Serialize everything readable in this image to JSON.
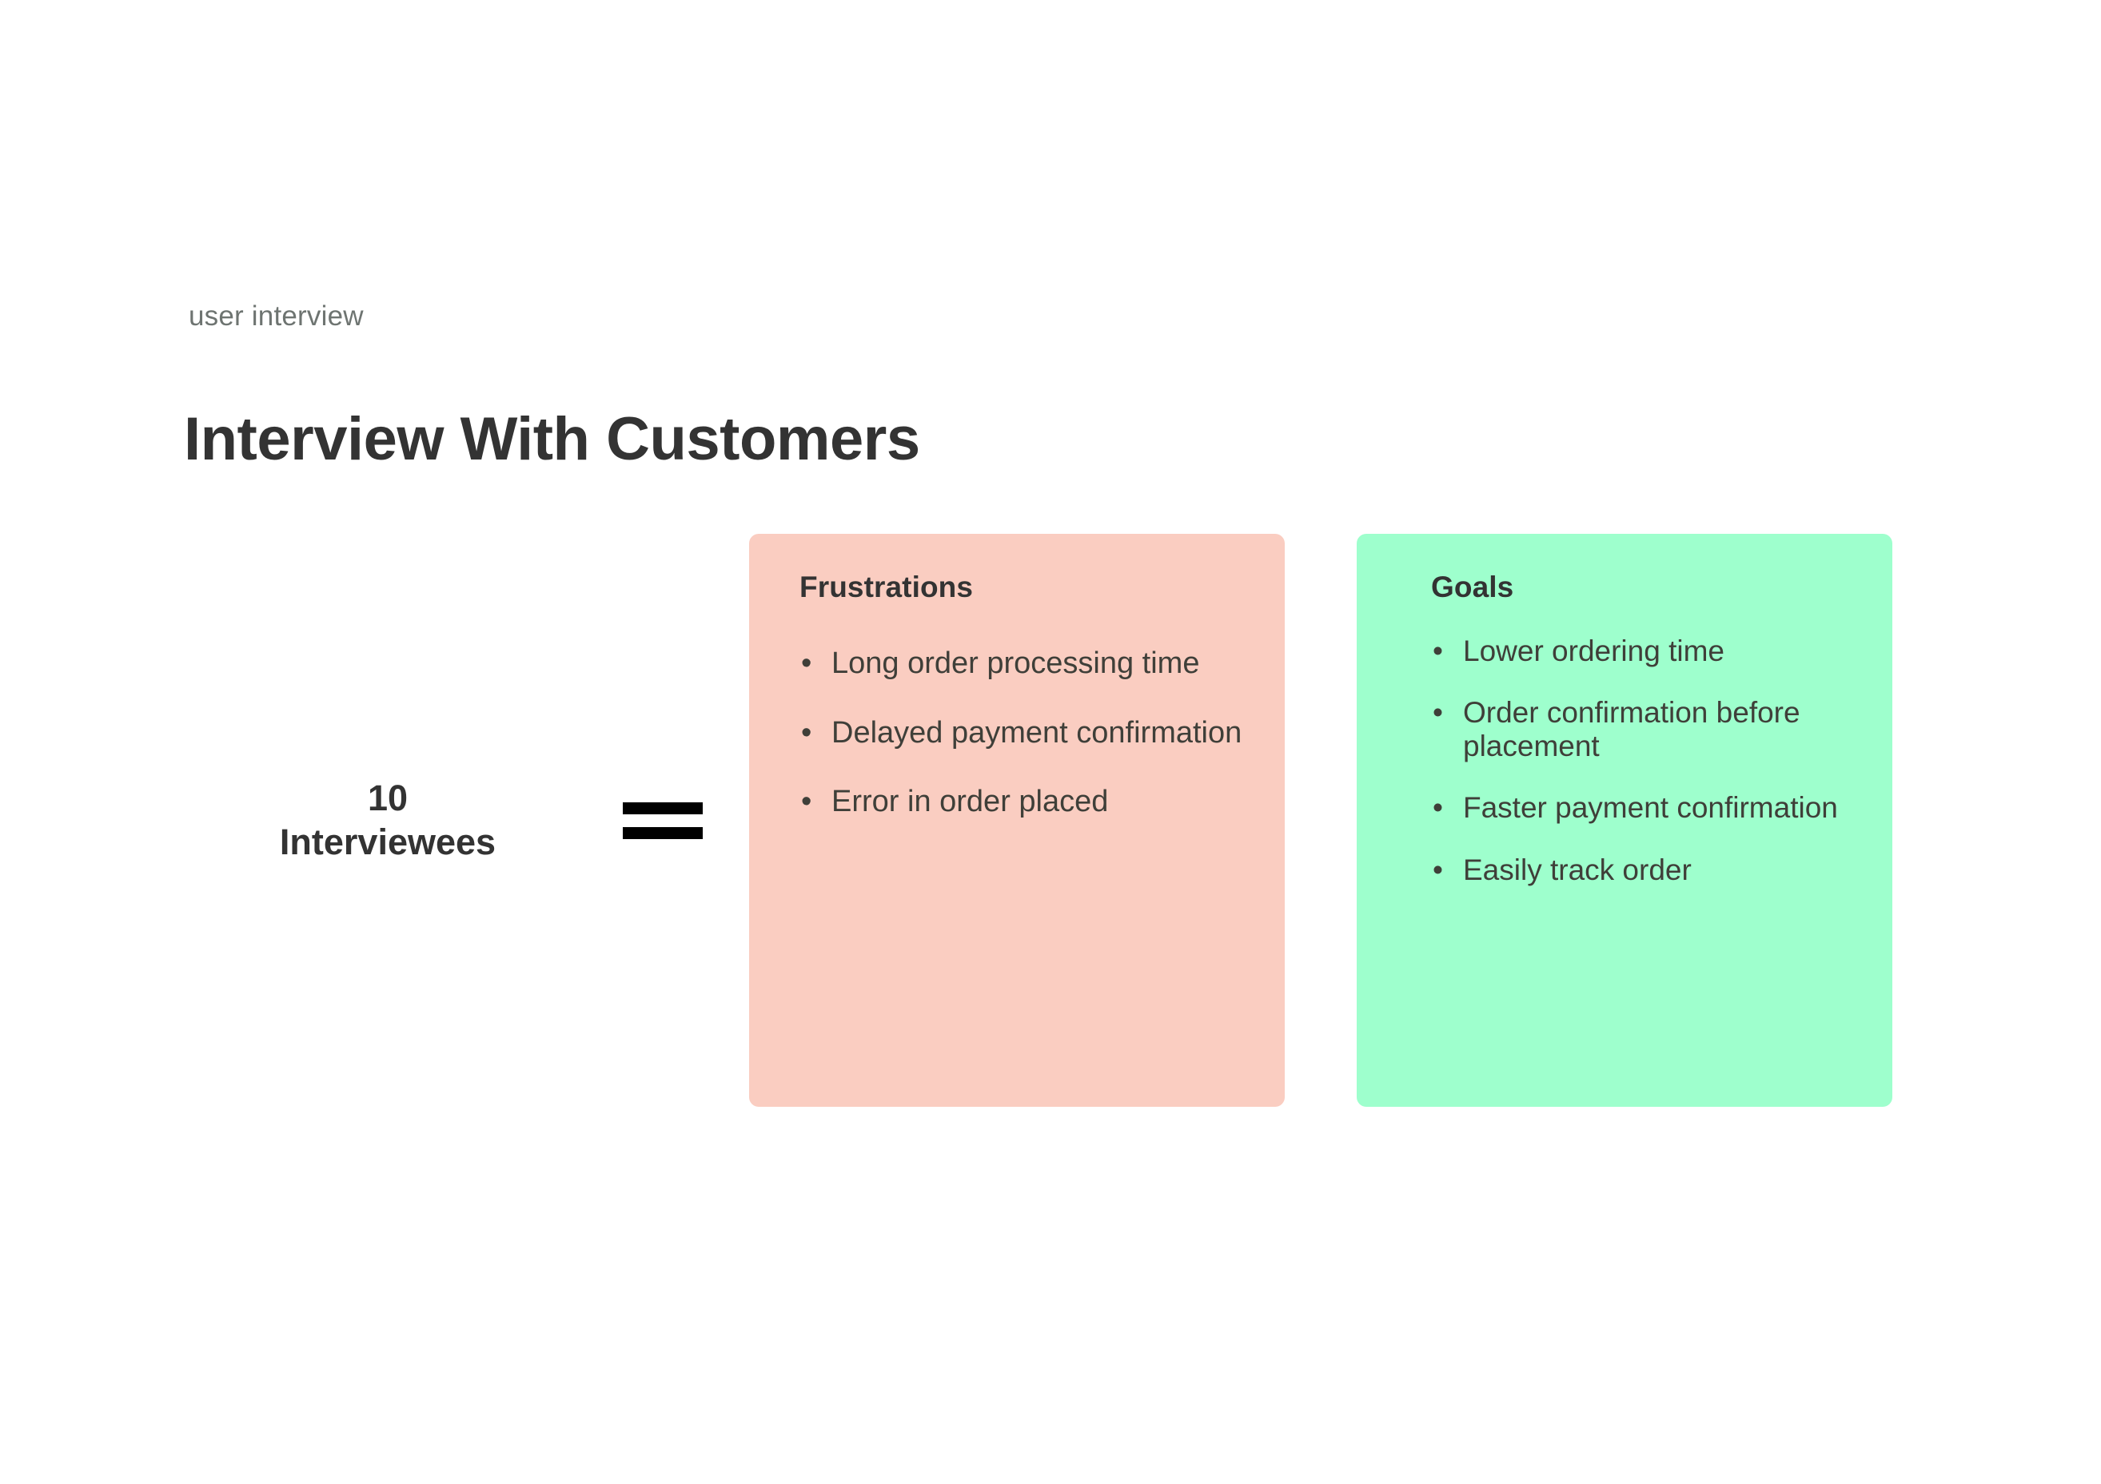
{
  "page": {
    "background_color": "#ffffff",
    "eyebrow": "user interview",
    "title": "Interview With Customers"
  },
  "summary": {
    "count": "10",
    "label": "Interviewees",
    "equals_symbol": "="
  },
  "cards": [
    {
      "id": "frustrations",
      "title": "Frustrations",
      "background_color": "#facdc1",
      "bullet_glyph": "•",
      "items": [
        "Long order processing time",
        "Delayed payment confirmation",
        "Error in order placed"
      ]
    },
    {
      "id": "goals",
      "title": "Goals",
      "background_color": "#9effcd",
      "bullet_glyph": "•",
      "items": [
        "Lower ordering time",
        "Order confirmation before placement",
        "Faster payment confirmation",
        "Easily track order"
      ]
    }
  ],
  "colors": {
    "eyebrow_text": "#6e7471",
    "title_text": "#333333",
    "body_text": "#3f3f39",
    "equals_bar": "#000000"
  }
}
